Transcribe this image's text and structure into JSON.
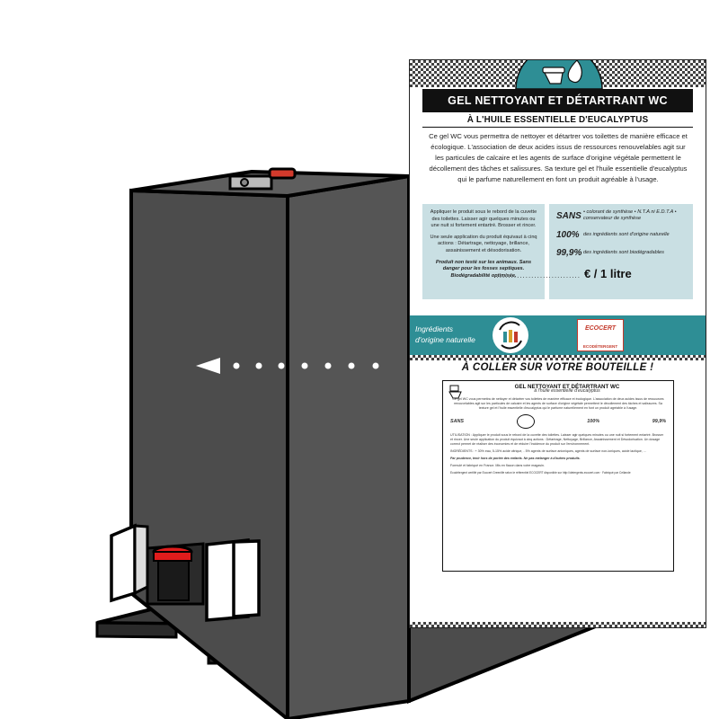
{
  "colors": {
    "teal": "#2e8e95",
    "pale_blue": "#c9dfe3",
    "accent_red": "#c43a2c",
    "machine": "#4e4e4e"
  },
  "icons": [
    "toilet-drop-icon",
    "left-arrow-icon",
    "recycle-bottles-icon",
    "ecocert-logo",
    "toilet-icon"
  ],
  "label": {
    "title": "GEL NETTOYANT ET DÉTARTRANT WC",
    "subtitle": "À L'HUILE ESSENTIELLE D'EUCALYPTUS",
    "description": "Ce gel WC vous permettra de nettoyer et détartrer vos toilettes de manière efficace et écologique. L'association de deux acides issus de ressources renouvelables agit sur les particules de calcaire et les agents de surface d'origine végétale permettent le décollement des tâches et salissures. Sa texture gel et l'huile essentielle d'eucalyptus qui le parfume naturellement en font un produit agréable à l'usage.",
    "usage": "Appliquer le produit sous le rebord de la cuvette des toilettes. Laisser agir quelques minutes ou une nuit si fortement entartré. Brosser et rincer.",
    "actions": "Une seule application du produit équivaut à cinq actions : Détartrage, nettoyage, brillance, assainissement et désodorisation.",
    "safety": "Produit non testé sur les animaux. Sans danger pour les fosses septiques. Biodégradabilité optimisée.",
    "claims": [
      {
        "big": "SANS",
        "text": "• colorant de synthèse • N.T.A ni E.D.T.A • conservateur de synthèse"
      },
      {
        "big": "100%",
        "text": "des ingrédients sont d'origine naturelle"
      },
      {
        "big": "99,9%",
        "text": "des ingrédients sont biodégradables"
      }
    ],
    "price_dots": "..............................",
    "price": "€ / 1 litre",
    "band_text_1": "Ingrédients",
    "band_text_2": "d'origine naturelle",
    "ecocert": "ECOCERT",
    "ecocert_label": "ECODÉTERGENT",
    "coller": "À COLLER SUR VOTRE BOUTEILLE !"
  },
  "mini_label": {
    "title": "GEL NETTOYANT ET DÉTARTRANT WC",
    "subtitle": "à l'huile essentielle d'eucalyptus",
    "description": "Ce gel WC vous permettra de nettoyer et détartrer vos toilettes de manière efficace et écologique. L'association de deux acides issus de ressources renouvelables agit sur les particules de calcaire et les agents de surface d'origine végétale permettent le décollement des tâches et salissures. Sa texture gel et l'huile essentielle d'eucalyptus qui le parfume naturellement en font un produit agréable à l'usage.",
    "sans": "SANS",
    "claim_100": "100%",
    "claim_999": "99,9%",
    "utilisation": "UTILISATION : Appliquer le produit sous le rebord de la cuvette des toilettes. Laisser agir quelques minutes ou une nuit si fortement entartré. Brosser et rincer. Une seule application du produit équivaut à cinq actions : Détartrage, Nettoyage, Brillance, Assainissement et Désodorisation. Un dosage correct permet de réaliser des économies et de réduire l'incidence du produit sur l'environnement.",
    "ingredients": "INGRÉDIENTS : + 30% eau, 5-15% acide citrique, - 5% agents de surface anioniques, agents de surface non-ioniques, acide lactique, ...",
    "warning": "Par prudence, tenir hors de portée des enfants. Ne pas mélanger à d'autres produits.",
    "made_in": "Formulé et fabriqué en France. Mis en flacon dans votre magasin.",
    "distributor": "Ecodétergent certifié par Ecocert Greenlife selon le référentiel ECOCERT disponible sur http://detergents.ecocert.com · Fabriqué par Cellande"
  }
}
